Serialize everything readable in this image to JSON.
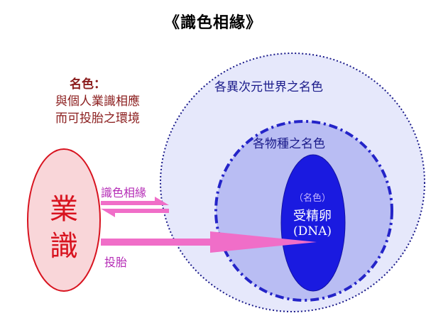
{
  "title": "《識色相緣》",
  "definition": {
    "heading": "名色：",
    "line1": "與個人業識相應",
    "line2": "而可投胎之環境"
  },
  "karma": {
    "char1": "業",
    "char2": "識"
  },
  "arrows": {
    "resonate_label": "識色相緣",
    "incarnate_label": "投胎"
  },
  "circles": {
    "outer_label": "各異次元世界之名色",
    "inner_label": "各物種之名色"
  },
  "egg": {
    "sub_label": "（名色）",
    "main_label": "受精卵",
    "dna_label": "(DNA)"
  },
  "colors": {
    "karma_fill": "#f9d6d9",
    "karma_stroke": "#d8131f",
    "outer_fill": "#e6e8fb",
    "outer_stroke": "#1a1a8a",
    "inner_fill": "#b9bdf3",
    "inner_stroke": "#2424c8",
    "egg_fill": "#1a1ae0",
    "arrow": "#f06ec8"
  }
}
